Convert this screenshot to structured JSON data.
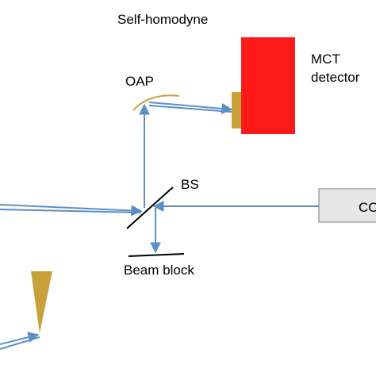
{
  "labels": {
    "title": "Self-homodyne",
    "oap": "OAP",
    "detector_line1": "MCT",
    "detector_line2": "detector",
    "beamsplitter": "BS",
    "beam_block": "Beam block",
    "source_box": "CO"
  },
  "colors": {
    "beam": "#5b8fc7",
    "detector_body": "#ff1a1a",
    "detector_window": "#c9a13b",
    "oap_mirror": "#c9a13b",
    "tip": "#c9a13b",
    "source_box_fill": "#e6e6e6",
    "source_box_stroke": "#7f7f7f",
    "optic_line": "#000000"
  }
}
